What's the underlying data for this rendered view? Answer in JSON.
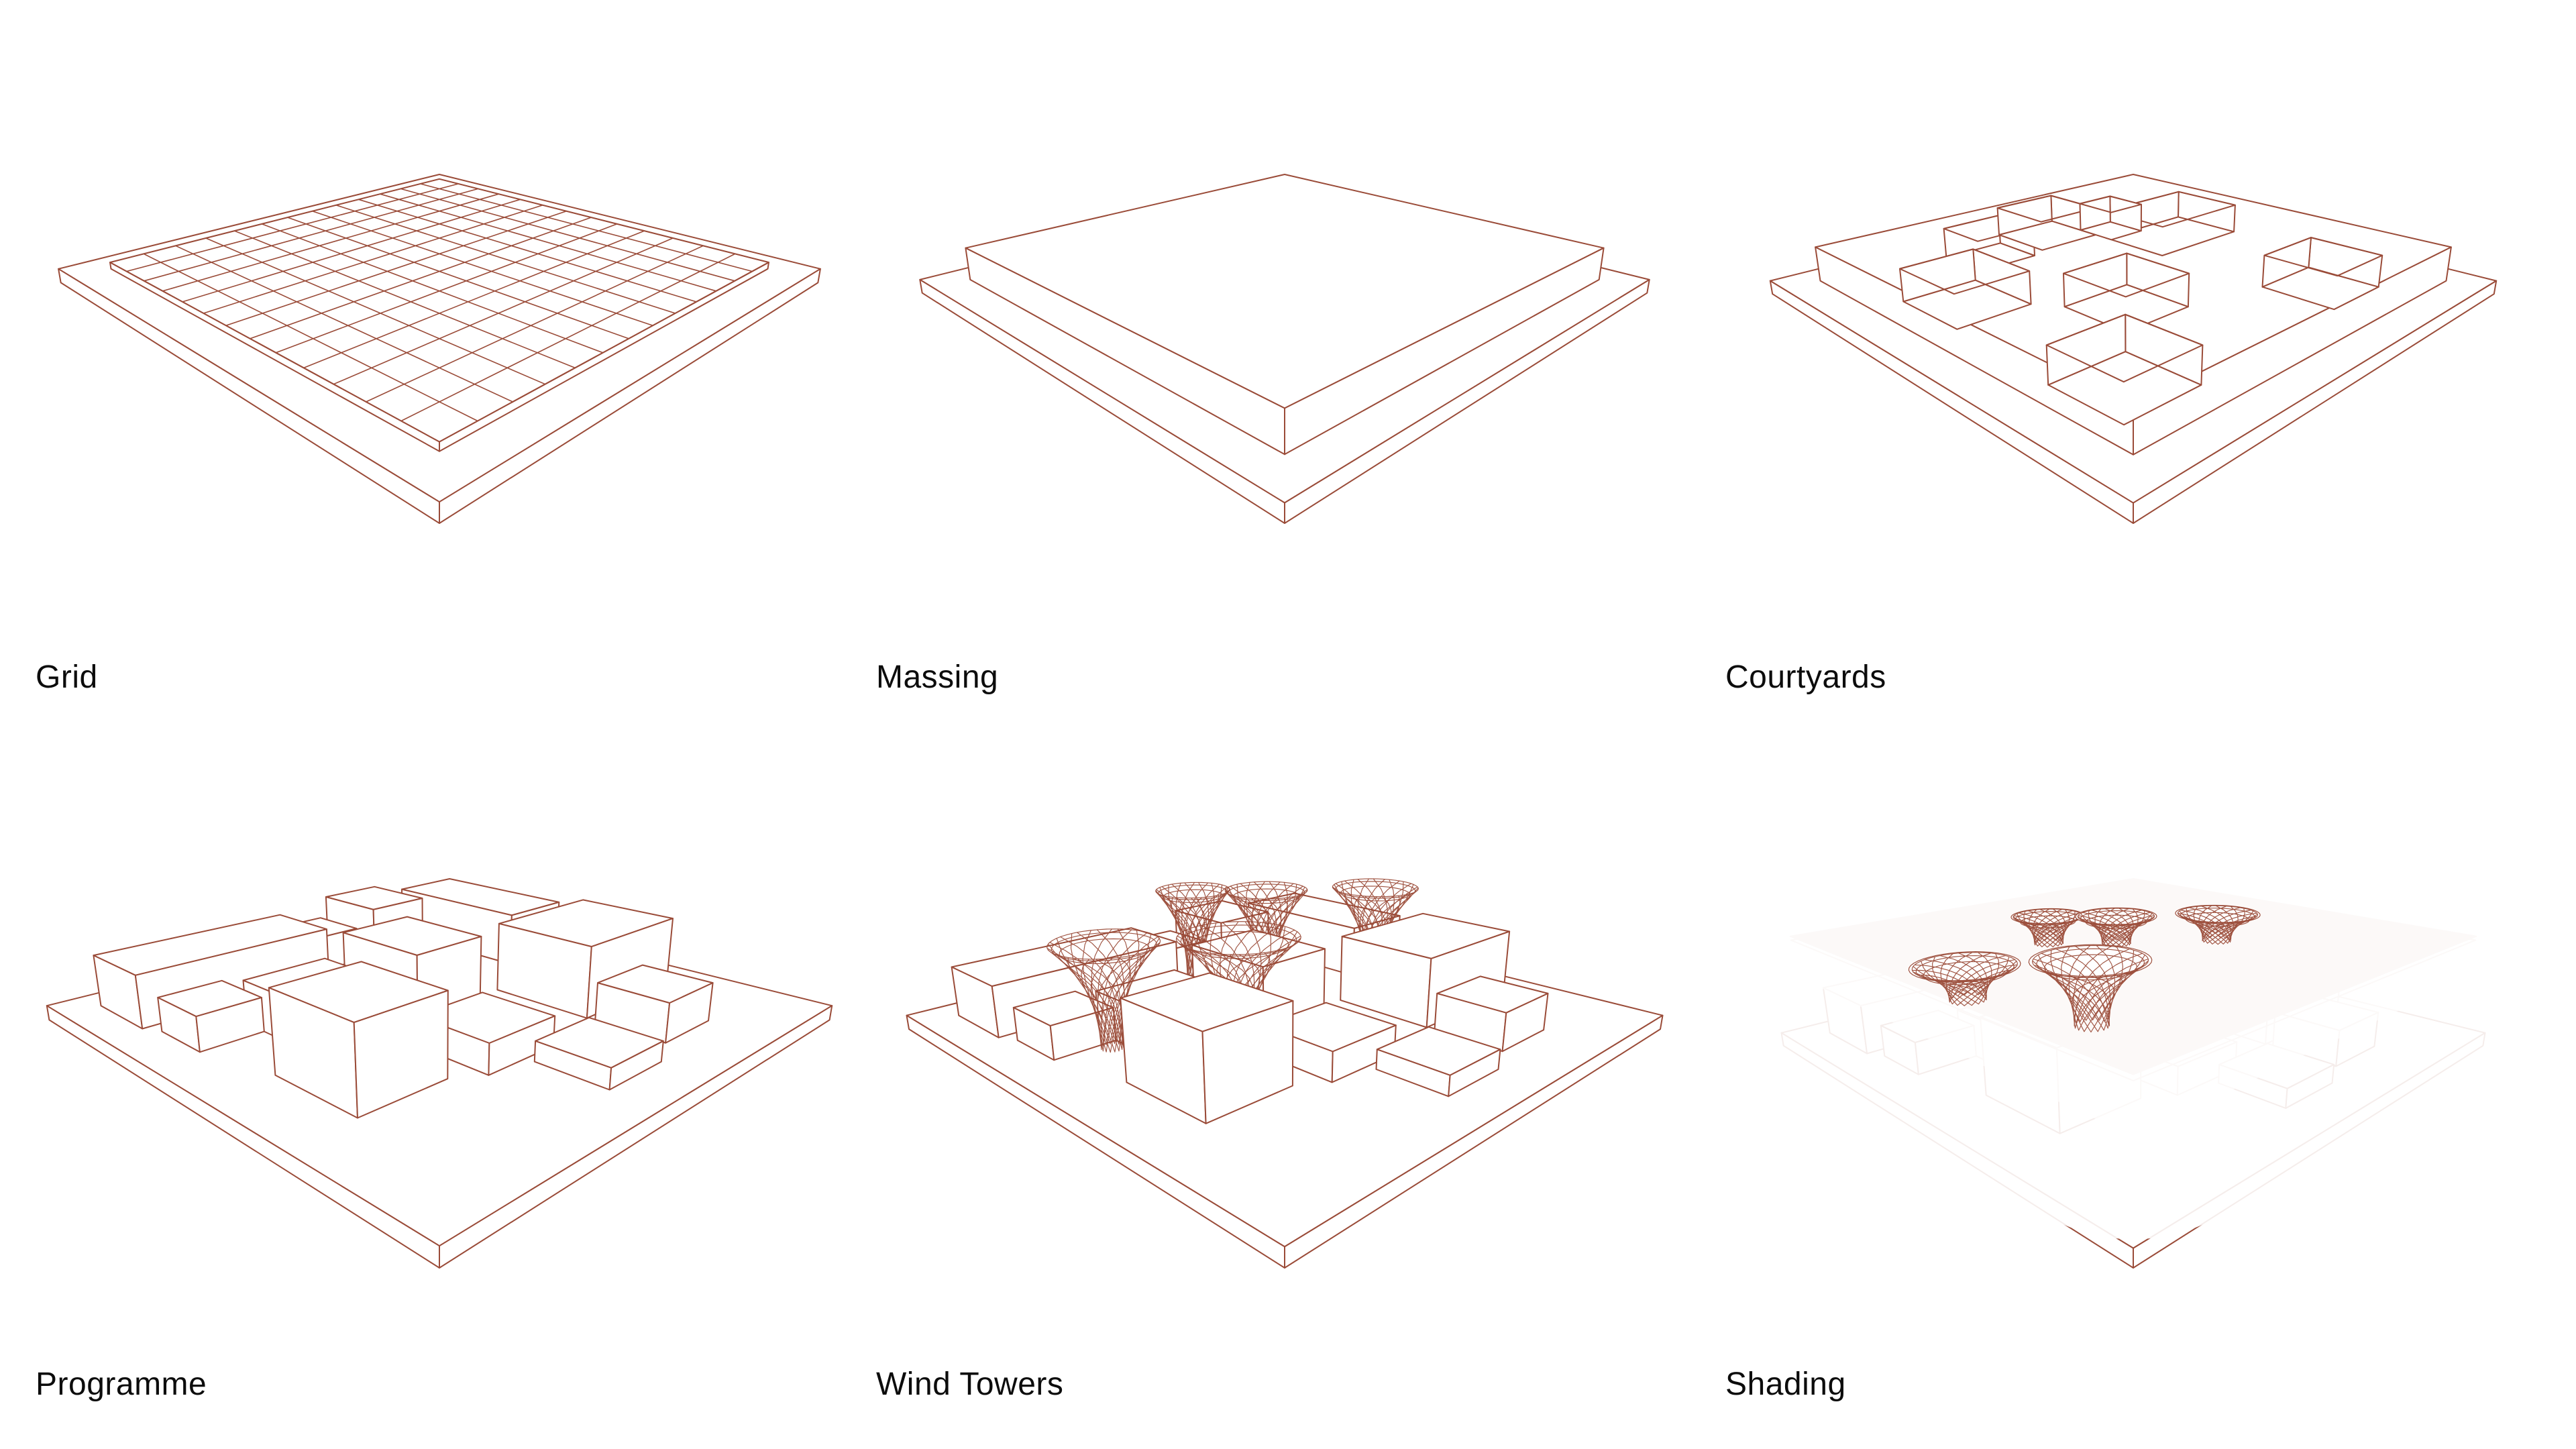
{
  "sheet": {
    "background": "#ffffff",
    "label_color": "#0c0c0c"
  },
  "style": {
    "line_color": "#9a4b38",
    "canopy_fill": "#9a4b38",
    "stroke_main": 2,
    "stroke_fine": 1.15,
    "stroke_grid": 1.6
  },
  "panels": [
    {
      "id": "grid",
      "label": "Grid"
    },
    {
      "id": "massing",
      "label": "Massing"
    },
    {
      "id": "courtyards",
      "label": "Courtyards"
    },
    {
      "id": "programme",
      "label": "Programme"
    },
    {
      "id": "wind-towers",
      "label": "Wind Towers"
    },
    {
      "id": "shading",
      "label": "Shading"
    }
  ],
  "scene": {
    "camera": {
      "eye": [
        120,
        120,
        64
      ],
      "target": [
        0,
        0,
        0
      ]
    },
    "plate": {
      "extent": 58,
      "thickness": 3.2
    },
    "block": {
      "extent": 50
    },
    "grid": {
      "divisions": 13,
      "slab_h": 1.5
    },
    "massing": {
      "slab_h": 7.5
    },
    "courtyards": {
      "slab_h": 8,
      "floor_z": 0.7,
      "holes": [
        [
          6,
          22,
          -42,
          -28
        ],
        [
          26,
          44,
          -24,
          -4
        ],
        [
          4,
          22,
          2,
          20
        ],
        [
          -44,
          -16,
          -26,
          -6
        ],
        [
          -16,
          2,
          -48,
          -30
        ],
        [
          -27,
          -16,
          -36,
          -24
        ],
        [
          28,
          46,
          26,
          44
        ],
        [
          -34,
          -16,
          24,
          42
        ]
      ]
    },
    "programme": {
      "boxes": [
        [
          4,
          50,
          -50,
          -32,
          11
        ],
        [
          34,
          48,
          -28,
          -14,
          7
        ],
        [
          -8,
          8,
          -50,
          -36,
          8
        ],
        [
          -26,
          -10,
          -50,
          -32,
          13
        ],
        [
          -50,
          -32,
          -46,
          -8,
          12
        ],
        [
          14,
          34,
          -20,
          2,
          9
        ],
        [
          -6,
          12,
          -16,
          6,
          15
        ],
        [
          24,
          44,
          4,
          26,
          16
        ],
        [
          -46,
          -16,
          2,
          26,
          15
        ],
        [
          -32,
          -16,
          28,
          44,
          8
        ],
        [
          0,
          18,
          12,
          30,
          6
        ],
        [
          -8,
          8,
          32,
          48,
          4
        ]
      ]
    },
    "towers": {
      "lines": 16,
      "twist": 2.3,
      "stem_r": 2.1,
      "base_z": 2.5,
      "top_z": 23,
      "list": [
        [
          0,
          -30,
          8.5
        ],
        [
          40,
          -6,
          10
        ],
        [
          20,
          8,
          11.5
        ],
        [
          -12,
          -18,
          9.5
        ],
        [
          -32,
          -2,
          10
        ]
      ]
    },
    "canopy": {
      "z": 23,
      "extent": 54,
      "dots": 52,
      "dot_r": 0.4,
      "dot2_r": 0.16,
      "deep_funnel_index": 2,
      "deep_drop": 14,
      "shallow_drop": 7
    }
  },
  "layout_note": "2 rows x 3 columns of perspective diagrams"
}
